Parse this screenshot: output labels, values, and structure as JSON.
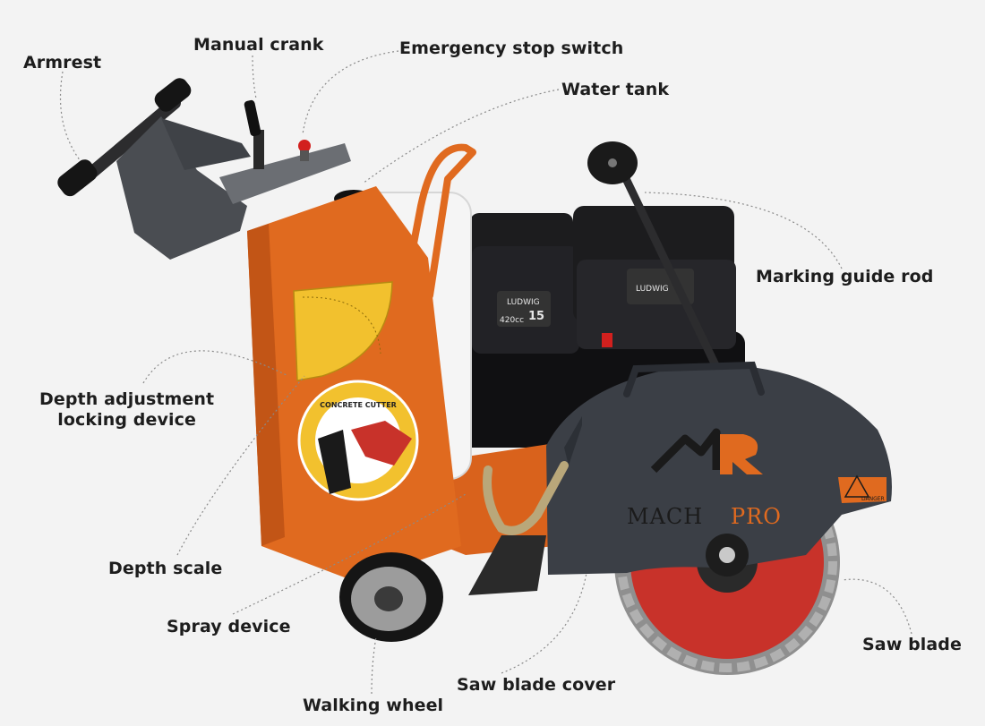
{
  "labels": {
    "armrest": "Armrest",
    "manual_crank": "Manual crank",
    "emergency_stop": "Emergency stop switch",
    "water_tank": "Water tank",
    "marking_guide_rod": "Marking guide rod",
    "depth_adjustment": "Depth adjustment\nlocking device",
    "depth_scale": "Depth scale",
    "spray_device": "Spray device",
    "walking_wheel": "Walking wheel",
    "saw_blade_cover": "Saw blade cover",
    "saw_blade": "Saw blade"
  },
  "machine_text": {
    "brand": "MACHPRO",
    "brand_part1": "MACH",
    "brand_part2": "PRO",
    "logo": "MR",
    "engine_brand": "LUDWIG",
    "engine_cc": "420cc",
    "engine_model": "15",
    "dial_text": "CONCRETE CUTTER",
    "warning": "DANGER"
  },
  "colors": {
    "background": "#f3f3f3",
    "frame_orange": "#e06a1f",
    "engine_black": "#1c1c1e",
    "cover_grey": "#3b3f46",
    "blade_red": "#c8322a",
    "scale_yellow": "#f2c12e",
    "label_text": "#1d1d1d",
    "leader_line": "#8a8a8a"
  }
}
